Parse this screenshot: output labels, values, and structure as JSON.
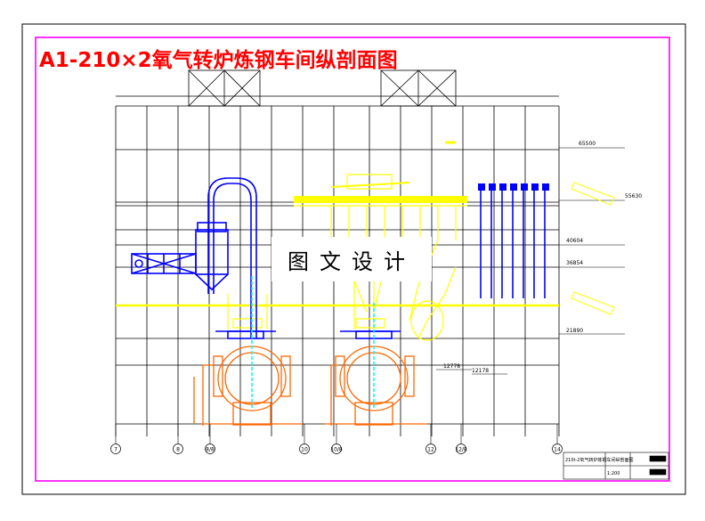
{
  "drawing": {
    "title": "A1-210×2氧气转炉炼钢车间纵剖面图",
    "watermark": "图文设计",
    "elevations": [
      "65500",
      "55630",
      "40604",
      "36854",
      "21890",
      "12778",
      "12178"
    ],
    "axis_labels": [
      "7",
      "8",
      "8/8",
      "10",
      "10/8",
      "12",
      "12/8",
      "14"
    ],
    "title_block": {
      "name": "210t-2氧气转炉炼钢车间纵剖面图",
      "sheet": "1:200"
    }
  },
  "colors": {
    "border": "#ff00ff",
    "title": "#ff0000",
    "structure": "#000000",
    "yellow": "#ffff00",
    "blue": "#0000ff",
    "orange": "#ff6600",
    "red": "#ff0000",
    "cyan": "#00ffff"
  }
}
